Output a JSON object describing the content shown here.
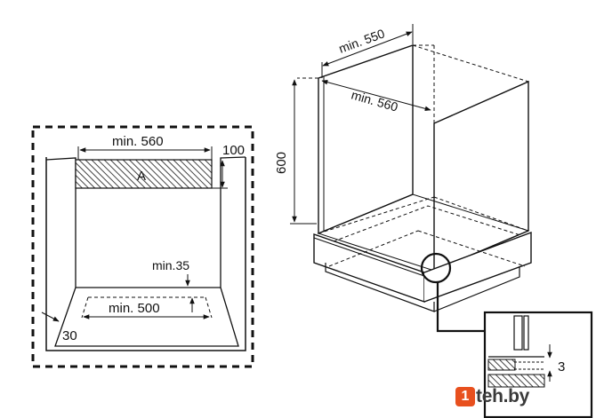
{
  "left_view": {
    "width_label": "min. 560",
    "height_label": "100",
    "zone_label": "A",
    "gap_label": "min.35",
    "bottom_width_label": "min. 500",
    "side_label": "30"
  },
  "right_view": {
    "depth_label": "min. 550",
    "width_label": "min. 560",
    "height_label": "600"
  },
  "detail": {
    "gap_label": "3"
  },
  "watermark": {
    "badge": "1",
    "text": "teh.by"
  },
  "colors": {
    "line": "#111111",
    "hatch": "#555555",
    "brand": "#e8501e"
  }
}
